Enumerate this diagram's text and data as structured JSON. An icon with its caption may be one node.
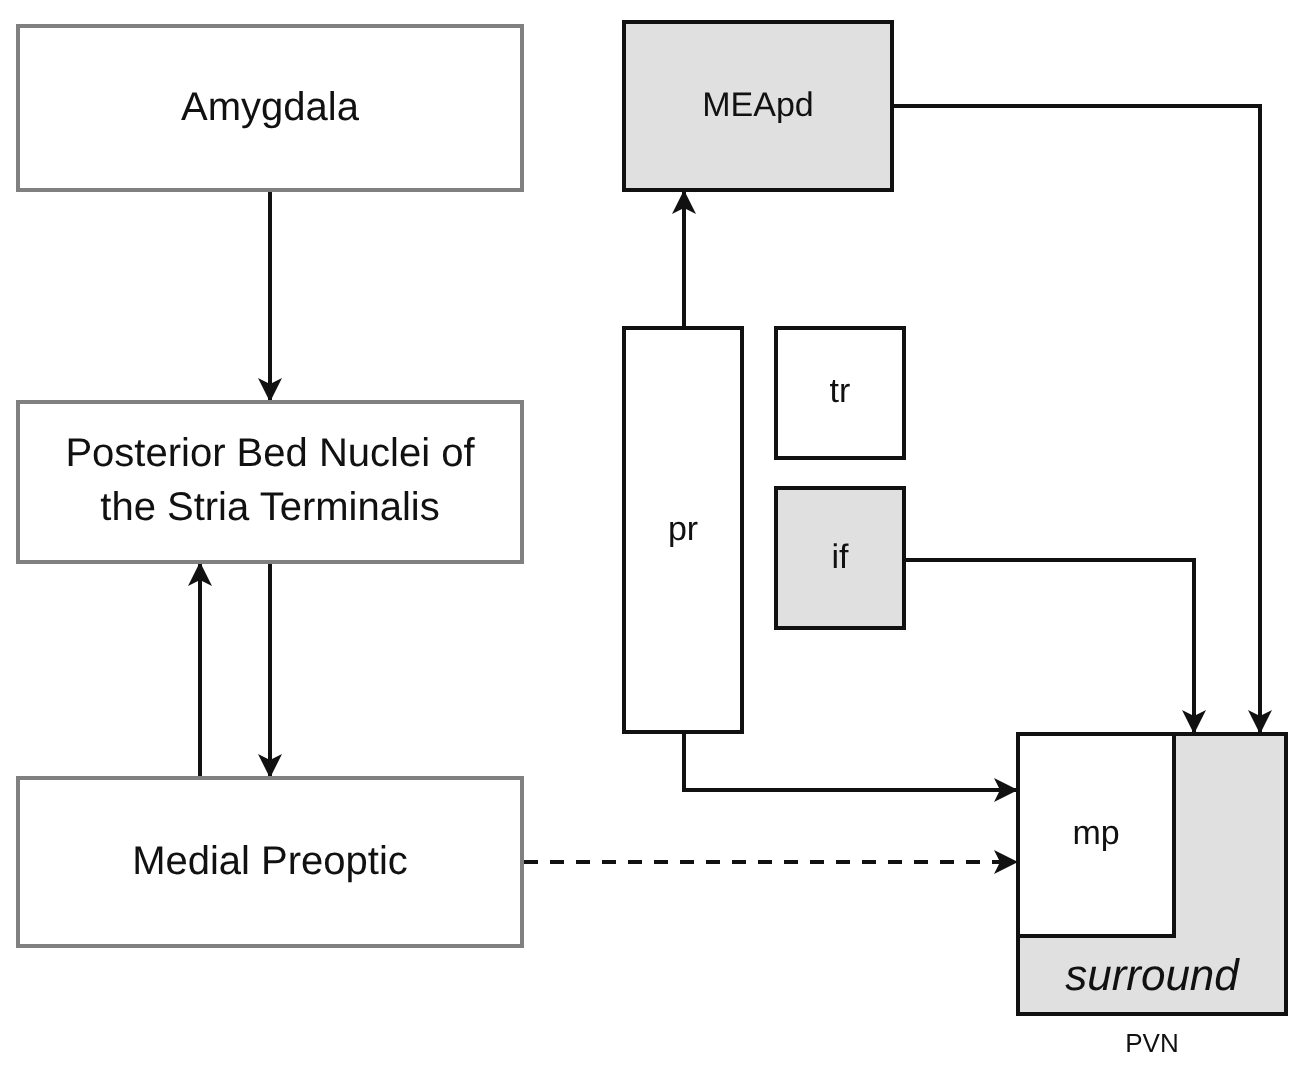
{
  "diagram": {
    "nodes": [
      {
        "text": [
          "Amygdala"
        ]
      },
      {
        "text": [
          "Posterior Bed Nuclei of the Stria Terminalis"
        ]
      },
      {
        "text": [
          "Medial Preoptic"
        ]
      },
      {
        "text": [
          "MEApd"
        ]
      },
      {
        "text": [
          "pr"
        ]
      },
      {
        "text": [
          "tr"
        ]
      },
      {
        "text": [
          "if"
        ]
      },
      {
        "text": [
          "PVN"
        ]
      },
      {
        "text": [
          "mp"
        ],
        "in": 7
      },
      {
        "text": [
          "surround"
        ],
        "in": 7
      }
    ],
    "edges": [
      {
        "from": 0,
        "to": 1,
        "arrow": "to"
      },
      {
        "from": 1,
        "to": 2,
        "arrow": "to"
      },
      {
        "from": 2,
        "to": 1,
        "arrow": "to"
      },
      {
        "from": 4,
        "to": 3,
        "arrow": "to"
      },
      {
        "from": 3,
        "to": 7,
        "arrow": "to"
      },
      {
        "from": 6,
        "to": 7,
        "arrow": "to"
      },
      {
        "from": 4,
        "to": 8,
        "arrow": "to"
      },
      {
        "from": 2,
        "to": 8,
        "arrow": "to",
        "style": "dashed"
      }
    ]
  }
}
